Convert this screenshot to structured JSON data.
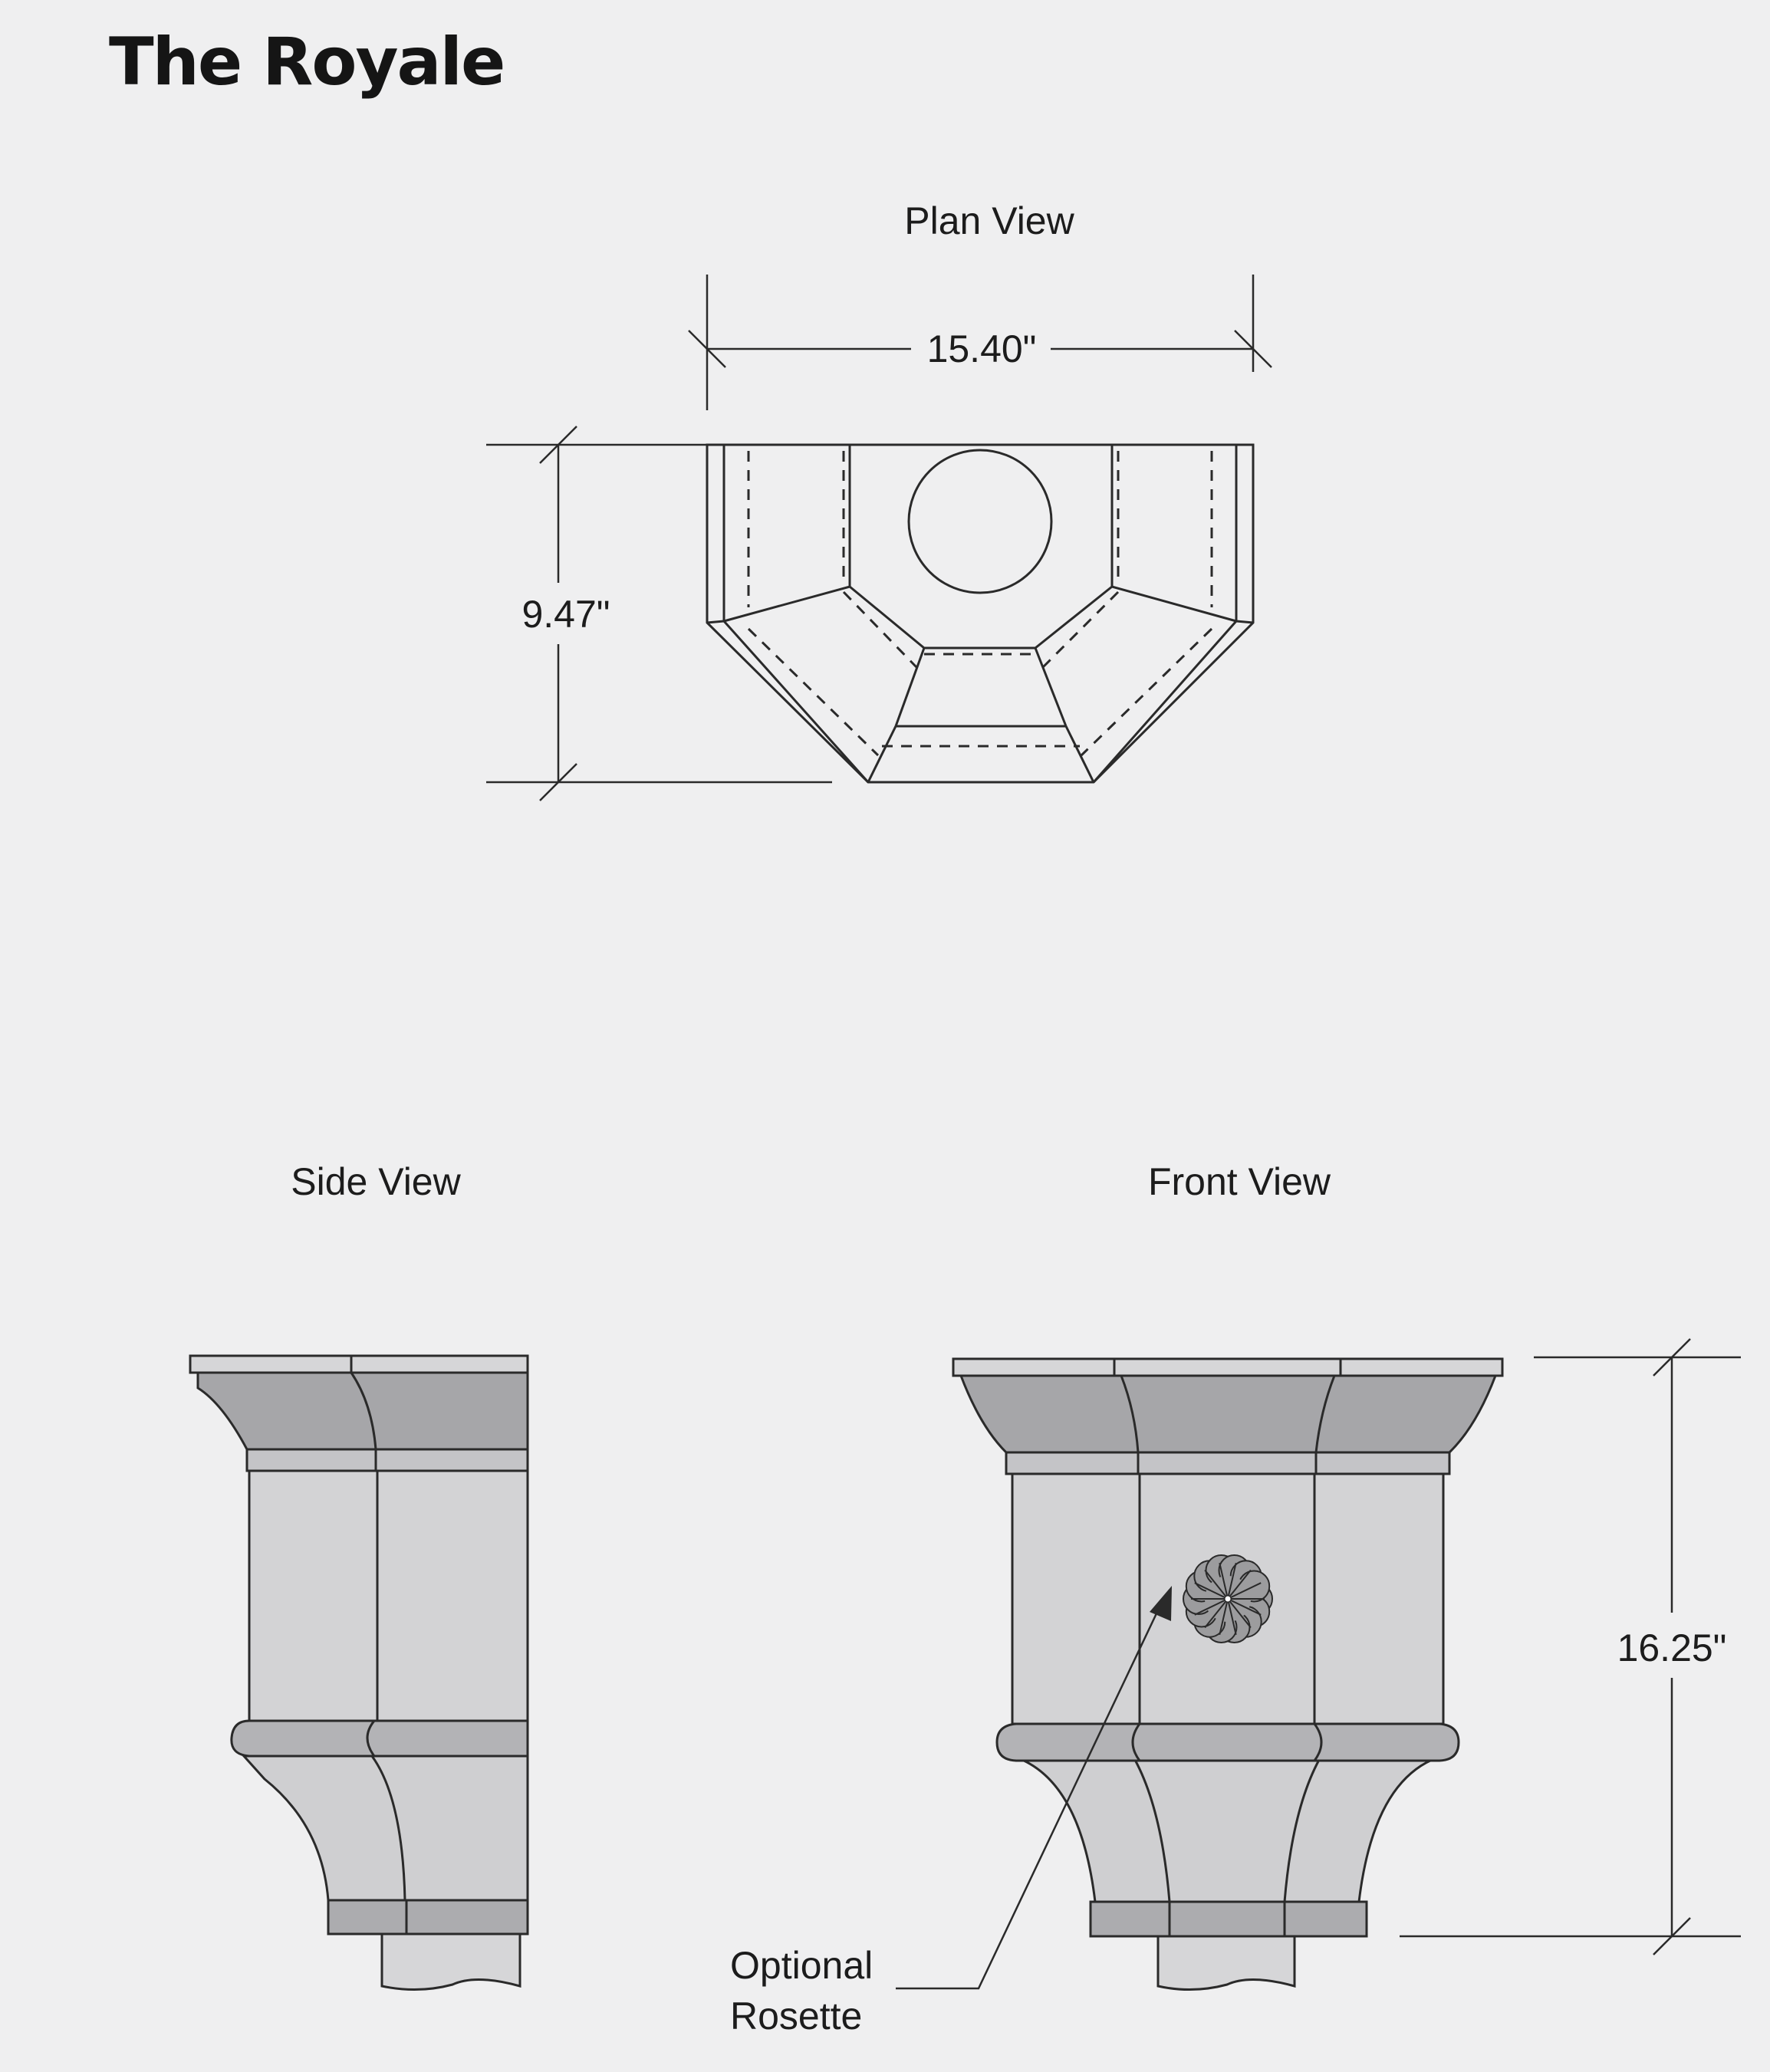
{
  "page": {
    "title": "The Royale"
  },
  "plan_view": {
    "heading": "Plan View",
    "width_dimension": "15.40\"",
    "depth_dimension": "9.47\""
  },
  "side_view": {
    "heading": "Side View"
  },
  "front_view": {
    "heading": "Front View",
    "height_dimension": "16.25\"",
    "callout_line1": "Optional",
    "callout_line2": "Rosette"
  },
  "colors": {
    "background": "#efeff0",
    "line": "#2a2a2a",
    "cap_light": "#d4d4d6",
    "molding_dark": "#a5a5a8",
    "body_light": "#d2d2d4",
    "ring_mid": "#b4b4b6",
    "rosette": "#9c9c9e"
  }
}
